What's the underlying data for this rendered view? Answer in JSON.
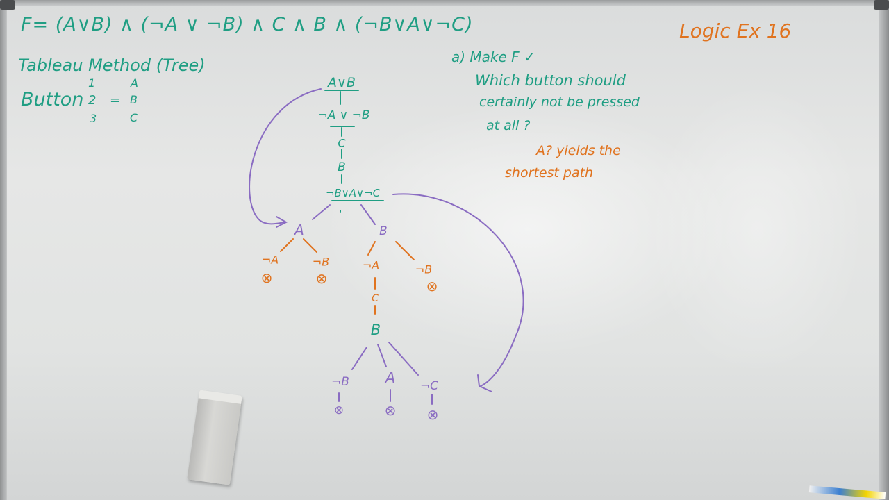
{
  "board": {
    "formula": "F= (A∨B) ∧ (¬A ∨ ¬B) ∧ C ∧ B ∧ (¬B∨A∨¬C)",
    "corner_title": "Logic Ex 16",
    "method_title": "Tableau Method (Tree)",
    "button_word": "Button",
    "button_numbers": [
      "1",
      "2",
      "3"
    ],
    "equals": "=",
    "button_letters": [
      "A",
      "B",
      "C"
    ],
    "question_a": "a) Make F ✓",
    "question_line1": "Which button should",
    "question_line2": "certainly not be pressed",
    "question_line3": "at all ?",
    "answer_line1": "A? yields the",
    "answer_line2": "shortest path"
  },
  "tree": {
    "root": "A∨B",
    "n2": "¬A ∨ ¬B",
    "n3": "C",
    "n4": "B",
    "n5": "¬B∨A∨¬C",
    "left_branch": "A",
    "right_branch": "B",
    "ll": "¬A",
    "lr": "¬B",
    "rl": "¬A",
    "rr": "¬B",
    "rl_c": "C",
    "rl_b": "B",
    "leaf1": "¬B",
    "leaf2": "A",
    "leaf3": "¬C",
    "closed_mark": "⊗"
  },
  "colors": {
    "green": "#1f9e83",
    "orange": "#e0731f",
    "purple": "#8a6cc2"
  }
}
